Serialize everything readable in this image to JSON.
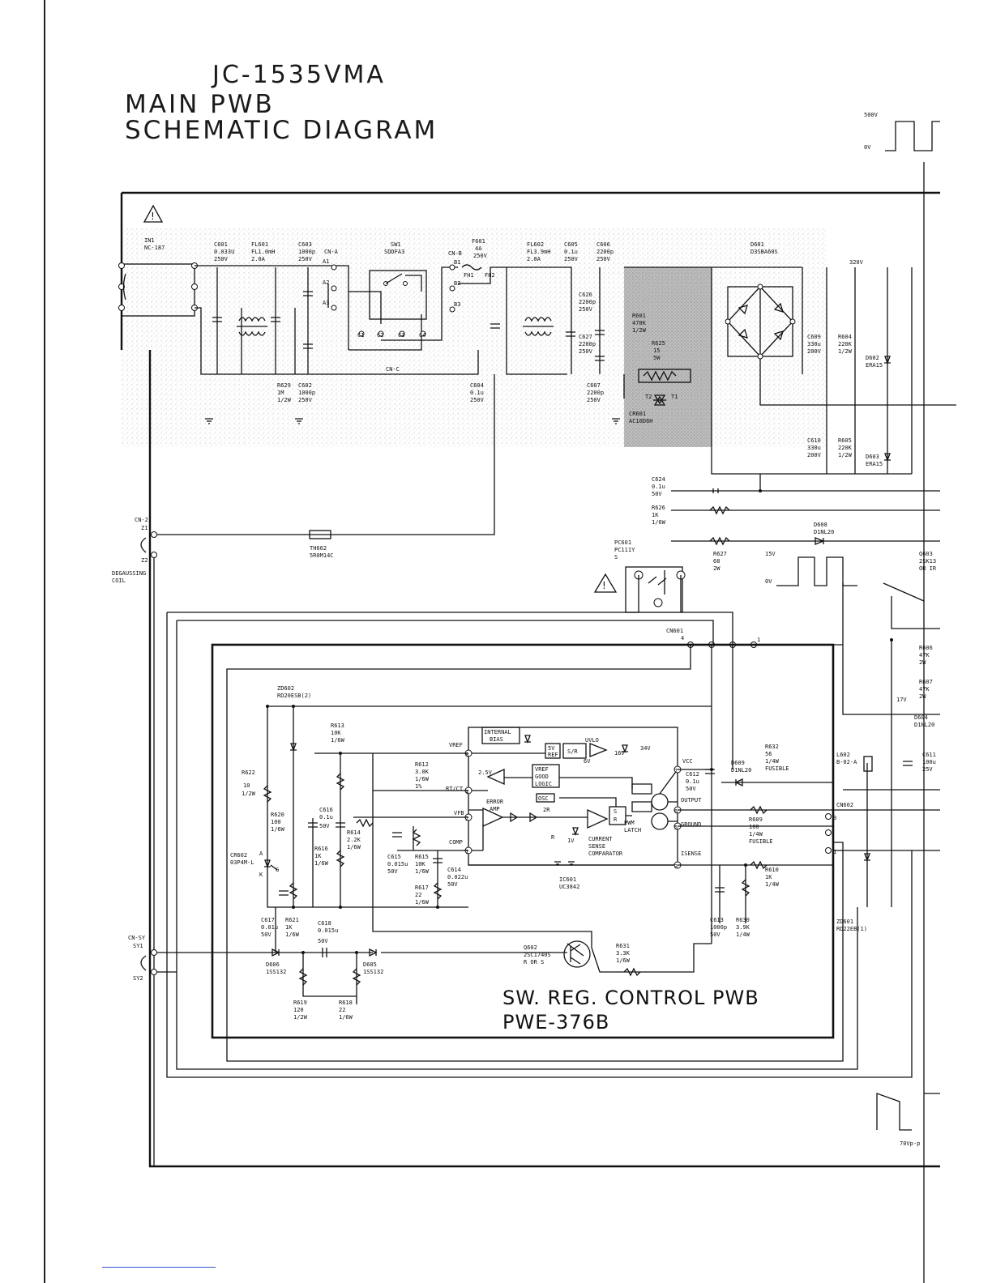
{
  "header": {
    "model": "JC-1535VMA",
    "line1": "MAIN PWB",
    "line2": "SCHEMATIC DIAGRAM"
  },
  "control_pwb": {
    "title": "SW. REG.  CONTROL PWB",
    "code": "PWE-376B"
  },
  "waveforms": {
    "w1_hi": "500V",
    "w1_lo": "0V",
    "w2_hi": "15V",
    "w2_lo": "0V",
    "w3": "70Vp-p"
  },
  "components": {
    "in1": "IN1",
    "in1_val": "NC-187",
    "c601": "C601",
    "c601_v1": "0.033U",
    "c601_v2": "250V",
    "fl601": "FL601",
    "fl601_v1": "FL1.0mH",
    "fl601_v2": "2.0A",
    "c603": "C603",
    "c603_v1": "1000p",
    "c603_v2": "250V",
    "cna": "CN-A",
    "a1": "A1",
    "a2": "A2",
    "a3": "A3",
    "sw1": "SW1",
    "sw1_val": "SDDFA3",
    "c1": "C1",
    "c2": "C2",
    "c3": "C3",
    "c4": "C4",
    "cnc": "CN-C",
    "cnb": "CN-B",
    "b1": "B1",
    "b2": "B2",
    "b3": "B3",
    "f601": "F601",
    "f601_v1": "4A",
    "f601_v2": "250V",
    "fh1": "FH1",
    "fh2": "FH2",
    "r629": "R629",
    "r629_v1": "1M",
    "r629_v2": "1/2W",
    "c602": "C602",
    "c602_v1": "1000p",
    "c602_v2": "250V",
    "c604": "C604",
    "c604_v1": "0.1u",
    "c604_v2": "250V",
    "fl602": "FL602",
    "fl602_v1": "FL3.9mH",
    "fl602_v2": "2.0A",
    "c605": "C605",
    "c605_v1": "0.1u",
    "c605_v2": "250V",
    "c606": "C606",
    "c606_v1": "2200p",
    "c606_v2": "250V",
    "c626": "C626",
    "c626_v1": "2200p",
    "c626_v2": "250V",
    "c627": "C627",
    "c627_v1": "2200p",
    "c627_v2": "250V",
    "c607": "C607",
    "c607_v1": "2200p",
    "c607_v2": "250V",
    "r601": "R601",
    "r601_v1": "470K",
    "r601_v2": "1/2W",
    "r625": "R625",
    "r625_v1": "15",
    "r625_v2": "5W",
    "t1": "T1",
    "t2": "T2",
    "cr601": "CR601",
    "cr601_val": "AC10D6H",
    "d601": "D601",
    "d601_val": "D3SBA60S",
    "v320": "320V",
    "c609": "C609",
    "c609_v1": "330u",
    "c609_v2": "200V",
    "r604": "R604",
    "r604_v1": "220K",
    "r604_v2": "1/2W",
    "d602": "D602",
    "d602_val": "ERA15",
    "c610": "C610",
    "c610_v1": "330u",
    "c610_v2": "200V",
    "r605": "R605",
    "r605_v1": "220K",
    "r605_v2": "1/2W",
    "d603": "D603",
    "d603_val": "ERA15",
    "c624": "C624",
    "c624_v1": "0.1u",
    "c624_v2": "50V",
    "r626": "R626",
    "r626_v1": "1K",
    "r626_v2": "1/6W",
    "d608": "D608",
    "d608_val": "D1NL20",
    "r627": "R627",
    "r627_v1": "68",
    "r627_v2": "2W",
    "cn2": "CN-2",
    "z1": "Z1",
    "z2": "Z2",
    "degauss1": "DEGAUSSING",
    "degauss2": "COIL",
    "th602": "TH602",
    "th602_val": "5R0M14C",
    "pc601": "PC601",
    "pc601_v1": "PC111Y",
    "pc601_v2": "S",
    "q603": "Q603",
    "q603_v1": "2SK13",
    "q603_v2": "OR IR",
    "cn601": "CN601",
    "cn601_p4": "4",
    "cn601_p1": "1",
    "r606": "R606",
    "r606_v1": "47K",
    "r606_v2": "2W",
    "r607": "R607",
    "r607_v1": "47K",
    "r607_v2": "2W",
    "v17": "17V",
    "d604": "D604",
    "d604_val": "D1NL20",
    "zd602": "ZD602",
    "zd602_val": "RD20ESB(2)",
    "r613": "R613",
    "r613_v1": "10K",
    "r613_v2": "1/6W",
    "internal_bias1": "INTERNAL",
    "internal_bias2": "BIAS",
    "vref": "VREF",
    "ref5v1": "5V",
    "ref5v2": "REF",
    "sr": "S/R",
    "uvlo": "UVLO",
    "v16": "16V",
    "v34": "34V",
    "v6": "6V",
    "r632": "R632",
    "r632_v1": "56",
    "r632_v2": "1/4W",
    "r632_v3": "FUSIBLE",
    "l602": "L602",
    "l602_val": "B-02-A",
    "c611": "C611",
    "c611_v1": "100u",
    "c611_v2": "25V",
    "r622": "R622",
    "r622_v1": "10",
    "r622_v2": "1/2W",
    "r612": "R612",
    "r612_v1": "3.0K",
    "r612_v2": "1/6W",
    "r612_v3": "1%",
    "vref_good1": "VREF",
    "vref_good2": "GOOD",
    "vref_good3": "LOGIC",
    "v25": "2.5V",
    "rtct": "RT/CT",
    "vcc": "VCC",
    "d609": "D609",
    "d609_val": "D1NL20",
    "c612": "C612",
    "c612_v1": "0.1u",
    "c612_v2": "50V",
    "osc": "OSC",
    "output": "OUTPUT",
    "ground": "GROUND",
    "isense": "ISENSE",
    "cn602": "CN602",
    "cn602_p3": "3",
    "cn602_p1": "1",
    "r620": "R620",
    "r620_v1": "100",
    "r620_v2": "1/6W",
    "c616": "C616",
    "c616_v1": "0.1u",
    "c616_v2": "50V",
    "r614": "R614",
    "r614_v1": "2.2K",
    "r614_v2": "1/6W",
    "vfb": "VFB",
    "error_amp1": "ERROR",
    "error_amp2": "AMP",
    "v2r": "2R",
    "r1": "R",
    "v1v": "1V",
    "pwm_latch1": "PWM",
    "pwm_latch2": "LATCH",
    "s": "S",
    "r": "R",
    "current_sense1": "CURRENT",
    "current_sense2": "SENSE",
    "current_sense3": "COMPARATOR",
    "r609": "R609",
    "r609_v1": "100",
    "r609_v2": "1/4W",
    "r609_v3": "FUSIBLE",
    "cr602": "CR602",
    "cr602_val": "03P4M-L",
    "cr602_a": "A",
    "cr602_k": "K",
    "cr602_g": "G",
    "r616": "R616",
    "r616_v1": "1K",
    "r616_v2": "1/6W",
    "comp": "COMP",
    "c615": "C615",
    "c615_v1": "0.015u",
    "c615_v2": "50V",
    "r615": "R615",
    "r615_v1": "10K",
    "r615_v2": "1/6W",
    "c614": "C614",
    "c614_v1": "0.022u",
    "c614_v2": "50V",
    "r617": "R617",
    "r617_v1": "22",
    "r617_v2": "1/6W",
    "ic601": "IC601",
    "ic601_val": "UC3842",
    "r610": "R610",
    "r610_v1": "1K",
    "r610_v2": "1/4W",
    "c617": "C617",
    "c617_v1": "0.01u",
    "c617_v2": "50V",
    "r621": "R621",
    "r621_v1": "1K",
    "r621_v2": "1/6W",
    "c618": "C618",
    "c618_v1": "0.015u",
    "c618_v2": "50V",
    "c613": "C613",
    "c613_v1": "1000p",
    "c613_v2": "50V",
    "r630": "R630",
    "r630_v1": "3.9K",
    "r630_v2": "1/4W",
    "zd601": "ZD601",
    "zd601_val": "RD22EB(1)",
    "cnsy": "CN-SY",
    "sy1": "SY1",
    "sy2": "SY2",
    "d606": "D606",
    "d606_val": "1SS132",
    "d605": "D605",
    "d605_val": "1SS132",
    "q602": "Q602",
    "q602_v1": "2SC1740S",
    "q602_v2": "R OR S",
    "r631": "R631",
    "r631_v1": "3.3K",
    "r631_v2": "1/6W",
    "r619": "R619",
    "r619_v1": "120",
    "r619_v2": "1/2W",
    "r618": "R618",
    "r618_v1": "22",
    "r618_v2": "1/6W",
    "pin1": "1",
    "pin2": "2",
    "pin3": "3",
    "pin4": "4",
    "pin5": "5",
    "pin6": "6",
    "pin7": "7",
    "pin8": "8"
  }
}
